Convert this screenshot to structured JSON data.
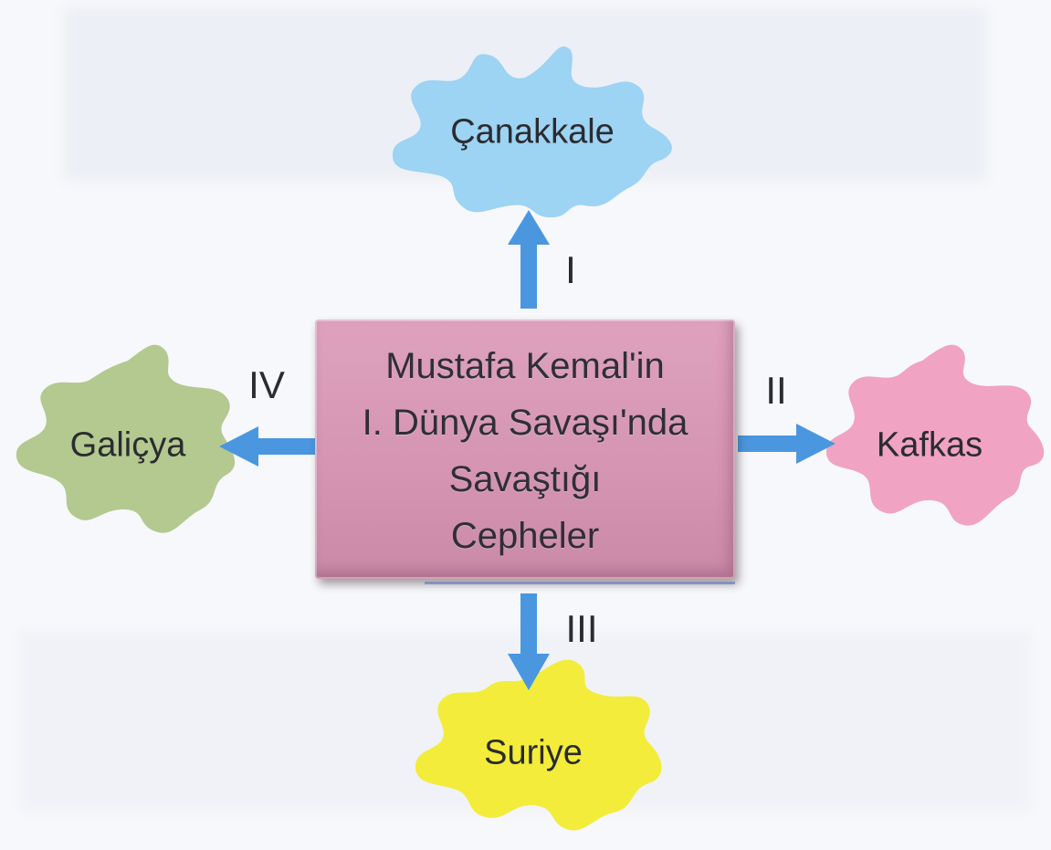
{
  "center": {
    "lines": [
      "Mustafa Kemal'in",
      "I. Dünya Savaşı'nda",
      "Savaştığı",
      "Cepheler"
    ],
    "color": "#d89ab8"
  },
  "fronts": [
    {
      "id": "I",
      "label": "Çanakkale",
      "roman": "I",
      "color": "#9dd3f3"
    },
    {
      "id": "II",
      "label": "Kafkas",
      "roman": "II",
      "color": "#f0a3c3"
    },
    {
      "id": "III",
      "label": "Suriye",
      "roman": "III",
      "color": "#f3ec3a"
    },
    {
      "id": "IV",
      "label": "Galiçya",
      "roman": "IV",
      "color": "#b3c98f"
    }
  ],
  "arrow_color": "#4a97e0"
}
